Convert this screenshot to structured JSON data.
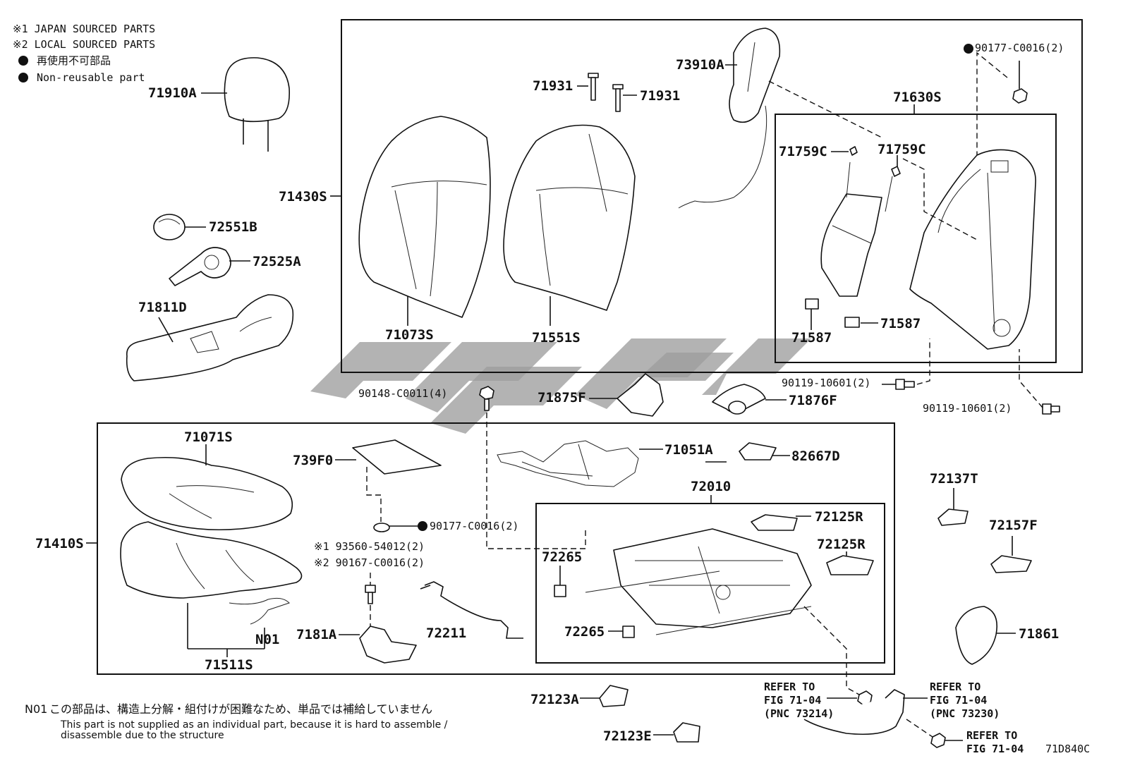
{
  "legend": {
    "japan": "※1 JAPAN SOURCED PARTS",
    "local": "※2 LOCAL SOURCED PARTS",
    "nonreusable_jp": "再使用不可部品",
    "nonreusable_en": "Non-reusable part"
  },
  "labels": {
    "p71910A": "71910A",
    "p72551B": "72551B",
    "p72525A": "72525A",
    "p71811D": "71811D",
    "p71430S": "71430S",
    "p71073S": "71073S",
    "p71551S": "71551S",
    "p71931a": "71931",
    "p71931b": "71931",
    "p73910A": "73910A",
    "p90177a": "90177-C0016(2)",
    "p71630S": "71630S",
    "p71759Ca": "71759C",
    "p71759Cb": "71759C",
    "p71587a": "71587",
    "p71587b": "71587",
    "p90119a": "90119-10601(2)",
    "p90119b": "90119-10601(2)",
    "p90148": "90148-C0011(4)",
    "p71875F": "71875F",
    "p71876F": "71876F",
    "p71071S": "71071S",
    "p739F0": "739F0",
    "p71051A": "71051A",
    "p82667D": "82667D",
    "p72010": "72010",
    "p72137T": "72137T",
    "p71410S": "71410S",
    "p90177b": "90177-C0016(2)",
    "p72125Ra": "72125R",
    "p72125Rb": "72125R",
    "p72157F": "72157F",
    "p93560": "※1 93560-54012(2)",
    "p90167": "※2 90167-C0016(2)",
    "p72265a": "72265",
    "p72265b": "72265",
    "p7181A": "7181A",
    "p72211": "72211",
    "pN01": "N01",
    "p71511S": "71511S",
    "p71861": "71861",
    "p72123A": "72123A",
    "p72123E": "72123E"
  },
  "refers": {
    "r1a": "REFER TO",
    "r1b": "FIG 71-04",
    "r1c": "(PNC 73214)",
    "r2a": "REFER TO",
    "r2b": "FIG 71-04",
    "r2c": "(PNC 73230)",
    "r3a": "REFER TO",
    "r3b": "FIG 71-04"
  },
  "footnote": {
    "code": "N01",
    "jp": "この部品は、構造上分解・組付けが困難なため、単品では補給していません",
    "en1": "This part is not supplied as an individual part, because it is hard to assemble /",
    "en2": "disassemble due to the structure"
  },
  "figure_id": "71D840C",
  "colors": {
    "ink": "#111111",
    "watermark": "#9e9e9e"
  }
}
